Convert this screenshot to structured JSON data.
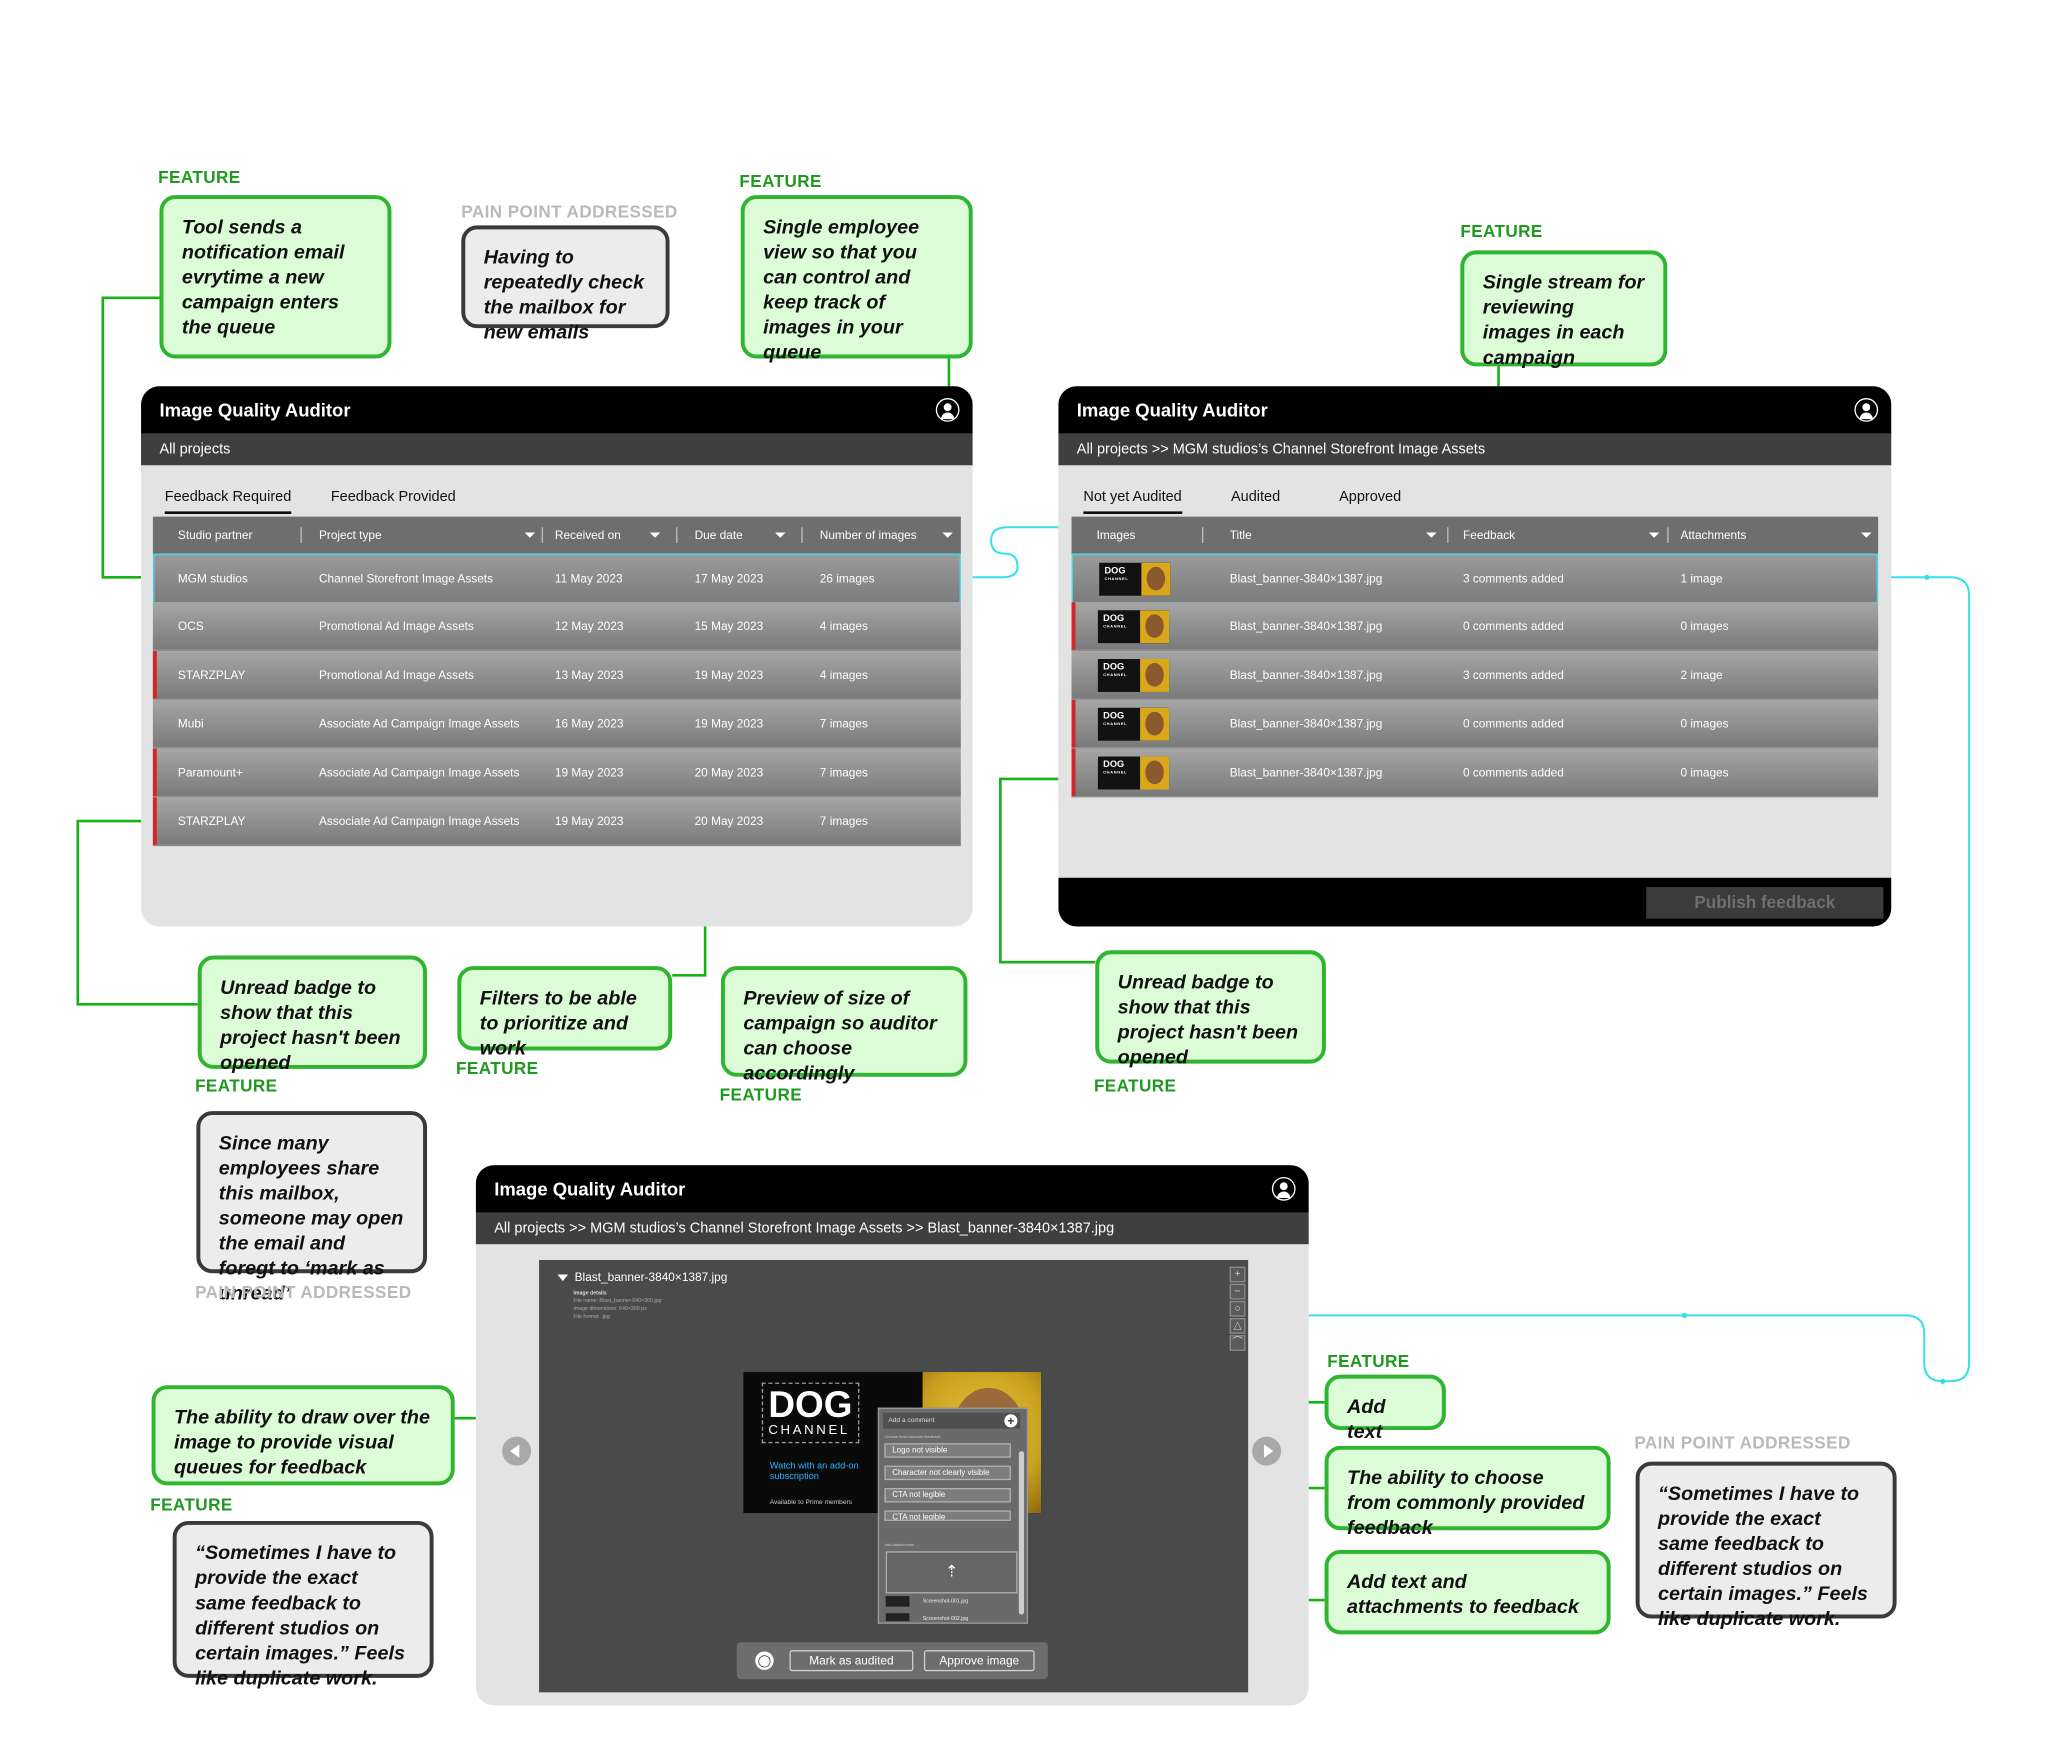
{
  "callouts": {
    "notify_tag": "FEATURE",
    "notify_text": "Tool sends a notification email evrytime a new campaign enters the queue",
    "mailbox_tag": "PAIN POINT ADDRESSED",
    "mailbox_text": "Having to repeatedly check the mailbox for new emails",
    "single_view_tag": "FEATURE",
    "single_view_text": "Single employee view so that you can control and keep track of images in your queue",
    "stream_tag": "FEATURE",
    "stream_text": "Single stream for reviewing images in each campaign",
    "unread1_tag": "FEATURE",
    "unread1_text": "Unread badge to show that this project hasn't been opened",
    "filters_tag": "FEATURE",
    "filters_text": "Filters to be able to prioritize and work",
    "preview_tag": "FEATURE",
    "preview_text": "Preview of size of campaign so auditor can choose accordingly",
    "unread2_tag": "FEATURE",
    "unread2_text": "Unread badge to show that this project hasn't been opened",
    "share_tag": "PAIN POINT ADDRESSED",
    "share_text": "Since many employees share this mailbox, someone may open the email and foregt to ‘mark as unread’",
    "draw_tag": "FEATURE",
    "draw_text": "The ability to draw over the image to provide visual queues for feedback",
    "dup1_text": "“Sometimes I have to provide the exact same feedback to different studios on certain images.” Feels like duplicate work.",
    "addtext_tag": "FEATURE",
    "addtext_text": "Add text",
    "choose_text": "The ability to choose from commonly provided feedback",
    "attach_text": "Add text and attachments to feedback",
    "dup2_tag": "PAIN POINT ADDRESSED",
    "dup2_text": "“Sometimes I have to provide the exact same feedback to different studios on certain images.” Feels like duplicate work."
  },
  "app": {
    "title": "Image Quality Auditor"
  },
  "win1": {
    "breadcrumb": "All projects",
    "tabs": [
      "Feedback Required",
      "Feedback Provided"
    ],
    "columns": [
      "Studio partner",
      "Project type",
      "Received on",
      "Due date",
      "Number of images"
    ],
    "rows": [
      {
        "studio": "MGM studios",
        "type": "Channel Storefront Image Assets",
        "received": "11 May 2023",
        "due": "17 May 2023",
        "count": "26 images",
        "unread": false
      },
      {
        "studio": "OCS",
        "type": "Promotional Ad Image Assets",
        "received": "12 May 2023",
        "due": "15 May 2023",
        "count": "4 images",
        "unread": false
      },
      {
        "studio": "STARZPLAY",
        "type": "Promotional Ad Image Assets",
        "received": "13 May 2023",
        "due": "19 May 2023",
        "count": "4 images",
        "unread": true
      },
      {
        "studio": "Mubi",
        "type": "Associate Ad Campaign Image Assets",
        "received": "16 May 2023",
        "due": "19 May 2023",
        "count": "7 images",
        "unread": false
      },
      {
        "studio": "Paramount+",
        "type": "Associate Ad Campaign Image Assets",
        "received": "19 May 2023",
        "due": "20 May 2023",
        "count": "7 images",
        "unread": true
      },
      {
        "studio": "STARZPLAY",
        "type": "Associate Ad Campaign Image Assets",
        "received": "19 May 2023",
        "due": "20 May 2023",
        "count": "7 images",
        "unread": true
      }
    ]
  },
  "win2": {
    "breadcrumb": "All projects >> MGM studios’s Channel Storefront Image Assets",
    "tabs": [
      "Not yet Audited",
      "Audited",
      "Approved"
    ],
    "columns": [
      "Images",
      "Title",
      "Feedback",
      "Attachments"
    ],
    "thumb_brand": "DOG",
    "thumb_sub": "CHANNEL",
    "rows": [
      {
        "title": "Blast_banner-3840×1387.jpg",
        "feedback": "3 comments added",
        "attachments": "1 image",
        "unread": false
      },
      {
        "title": "Blast_banner-3840×1387.jpg",
        "feedback": "0 comments added",
        "attachments": "0 images",
        "unread": true
      },
      {
        "title": "Blast_banner-3840×1387.jpg",
        "feedback": "3 comments added",
        "attachments": "2 image",
        "unread": false
      },
      {
        "title": "Blast_banner-3840×1387.jpg",
        "feedback": "0 comments added",
        "attachments": "0 images",
        "unread": true
      },
      {
        "title": "Blast_banner-3840×1387.jpg",
        "feedback": "0 comments added",
        "attachments": "0 images",
        "unread": true
      }
    ],
    "publish_label": "Publish feedback"
  },
  "win3": {
    "breadcrumb": "All projects >> MGM studios’s Channel Storefront Image Assets >> Blast_banner-3840×1387.jpg",
    "file_title": "Blast_banner-3840×1387.jpg",
    "meta": [
      "Image details",
      "File name: Blast_banner-640×300.jpg",
      "Image dimensions: 640×300 px",
      "File format: .jpg"
    ],
    "banner_logo": "DOG",
    "banner_sub": "CHANNEL",
    "banner_watch": "Watch with an add-on subscription",
    "banner_prime": "Available to Prime members",
    "comment_placeholder": "Add a comment",
    "comment_section": "Choose from common feedback",
    "options": [
      "Logo not visible",
      "Character not clearly visible",
      "CTA not legible",
      "CTA not legible"
    ],
    "attach_section": "Add attachments",
    "files": [
      "Screenshot-001.jpg",
      "Screenshot-002.jpg"
    ],
    "mark_audited": "Mark as audited",
    "approve": "Approve image"
  }
}
